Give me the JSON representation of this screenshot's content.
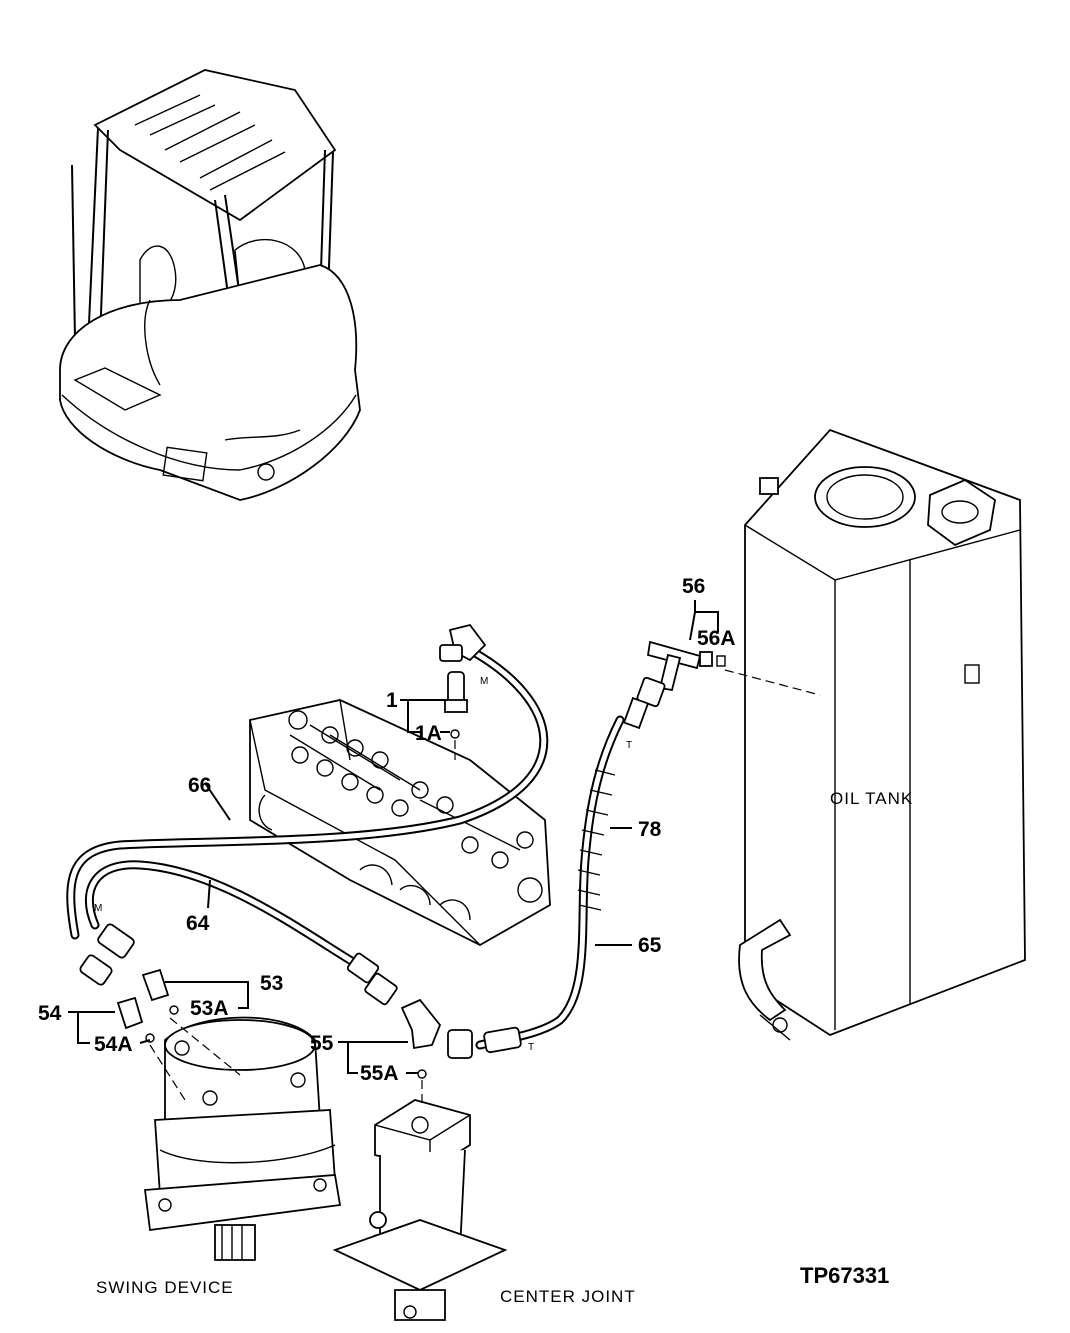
{
  "labels": {
    "l1": "1",
    "l1a": "1A",
    "l53": "53",
    "l53a": "53A",
    "l54": "54",
    "l54a": "54A",
    "l55": "55",
    "l55a": "55A",
    "l56": "56",
    "l56a": "56A",
    "l64": "64",
    "l65": "65",
    "l66": "66",
    "l78": "78"
  },
  "marks": {
    "m1": "M",
    "m2": "M",
    "t1": "T",
    "t2": "T"
  },
  "captions": {
    "oil_tank": "OIL TANK",
    "swing_device": "SWING DEVICE",
    "center_joint": "CENTER JOINT"
  },
  "drawing_code": "TP67331"
}
